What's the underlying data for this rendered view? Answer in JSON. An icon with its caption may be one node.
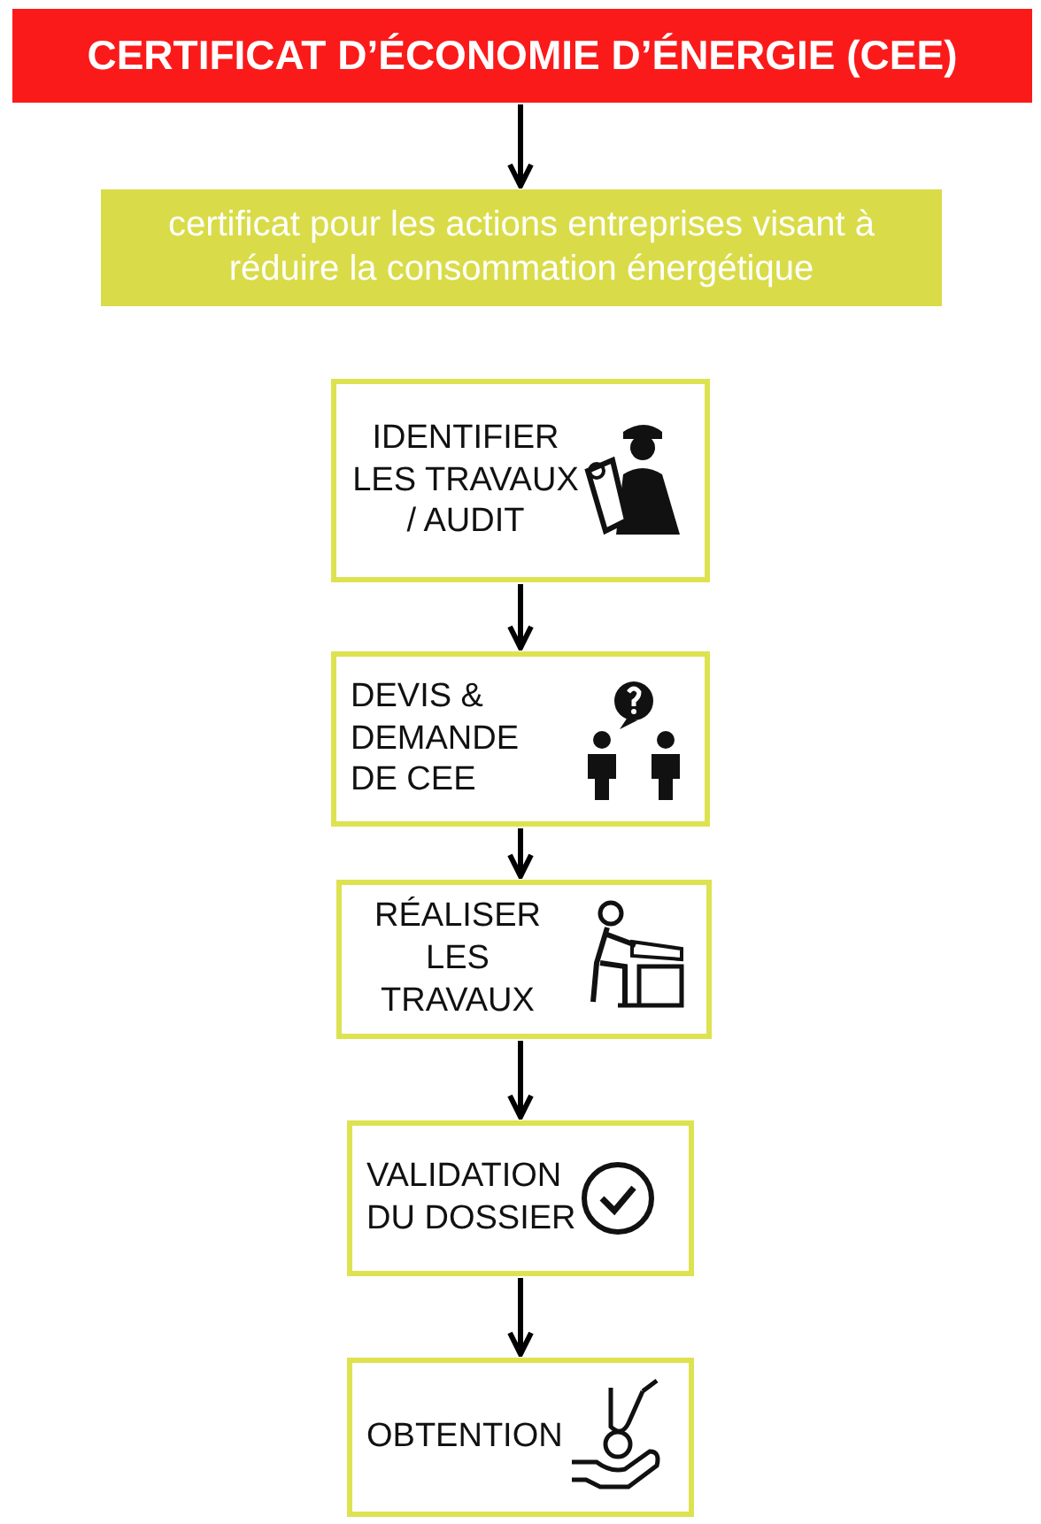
{
  "diagram": {
    "nodes": [
      {
        "text": [
          "CERTIFICAT D’ÉCONOMIE D’ÉNERGIE (CEE)"
        ]
      },
      {
        "text": [
          "certificat pour les actions entreprises visant à réduire la consommation énergétique"
        ]
      },
      {
        "text": [
          "IDENTIFIER LES TRAVAUX / AUDIT"
        ]
      },
      {
        "text": [
          "DEVIS & DEMANDE DE CEE"
        ]
      },
      {
        "text": [
          "RÉALISER LES TRAVAUX"
        ]
      },
      {
        "text": [
          "VALIDATION DU DOSSIER"
        ]
      },
      {
        "text": [
          "OBTENTION"
        ]
      }
    ],
    "edges": [
      {
        "from": 0,
        "to": 1,
        "arrow": "to"
      },
      {
        "from": 2,
        "to": 3,
        "arrow": "to"
      },
      {
        "from": 3,
        "to": 4,
        "arrow": "to"
      },
      {
        "from": 4,
        "to": 5,
        "arrow": "to"
      },
      {
        "from": 5,
        "to": 6,
        "arrow": "to"
      }
    ]
  }
}
